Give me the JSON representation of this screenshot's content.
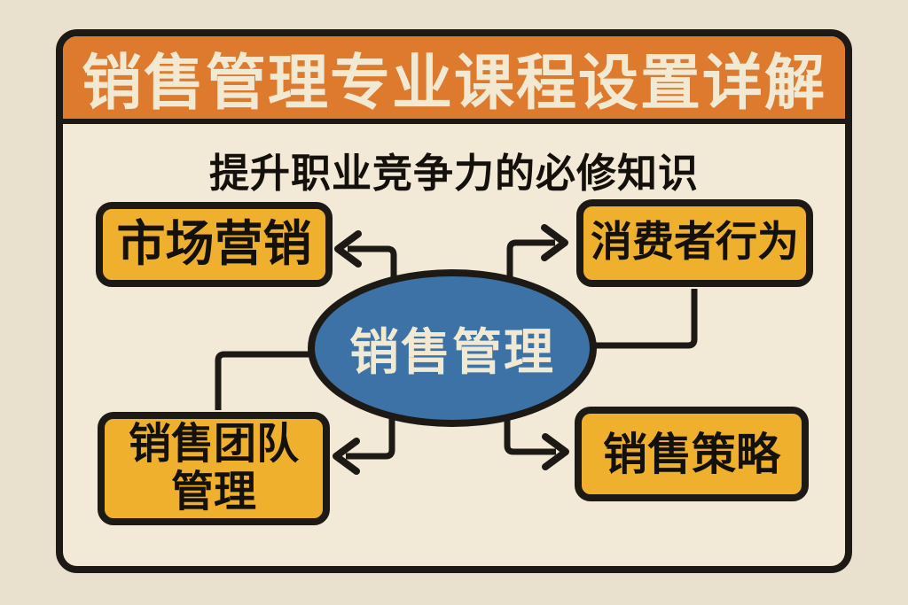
{
  "header": {
    "title": "销售管理专业课程设置详解",
    "bg_color": "#dd7a2e",
    "text_color": "#f2e9d2"
  },
  "subtitle": {
    "text": "提升职业竞争力的必修知识"
  },
  "diagram": {
    "center": {
      "id": "sales-management",
      "label": "销售管理",
      "bg_color": "#3c72a5",
      "text_color": "#f2e9d2"
    },
    "nodes": [
      {
        "id": "marketing",
        "label": "市场营销"
      },
      {
        "id": "consumer-behavior",
        "label": "消费者行为"
      },
      {
        "id": "sales-team-management",
        "label": "销售团队管理",
        "line1": "销售团队",
        "line2": "管理"
      },
      {
        "id": "sales-strategy",
        "label": "销售策略"
      }
    ],
    "node_bg_color": "#efb12d",
    "line_color": "#1d1a15",
    "edges": [
      {
        "from": "sales-management",
        "to": "marketing",
        "arrow": true
      },
      {
        "from": "sales-management",
        "to": "consumer-behavior",
        "arrow": true
      },
      {
        "from": "sales-management",
        "to": "sales-team-management",
        "arrow": true
      },
      {
        "from": "sales-management",
        "to": "sales-strategy",
        "arrow": true
      },
      {
        "from": "consumer-behavior",
        "to": "sales-management",
        "arrow": false
      },
      {
        "from": "sales-management",
        "to": "sales-team-management-top",
        "arrow": false
      }
    ]
  },
  "colors": {
    "page_bg": "#e9e0cd",
    "card_bg": "#f2ead7",
    "border_dark": "#1d1a15"
  }
}
